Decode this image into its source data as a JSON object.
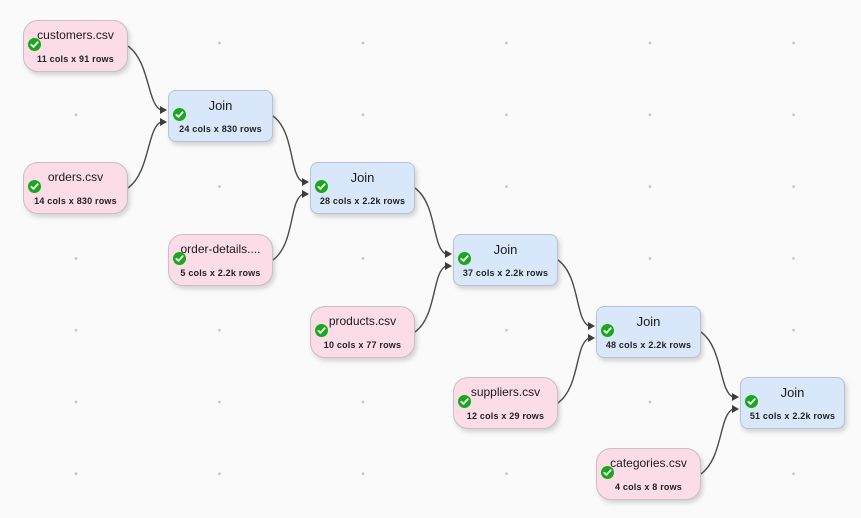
{
  "app": {
    "view_name": "data transform flow canvas"
  },
  "colors": {
    "canvas_background": "#fafafa",
    "grid_dot": "#c6c6c6",
    "input_node_fill": "#fbdce7",
    "transform_node_fill": "#d8e8fa",
    "status_ok_green": "#18a81c",
    "edge_stroke": "#4a4a4a"
  },
  "nodes": [
    {
      "id": "customers",
      "type": "input",
      "title": "customers.csv",
      "subtitle": "11 cols x 91 rows",
      "status_icon": "check-circle"
    },
    {
      "id": "orders",
      "type": "input",
      "title": "orders.csv",
      "subtitle": "14 cols x 830 rows",
      "status_icon": "check-circle"
    },
    {
      "id": "order_details",
      "type": "input",
      "title": "order-details....",
      "subtitle": "5 cols x 2.2k rows",
      "status_icon": "check-circle"
    },
    {
      "id": "products",
      "type": "input",
      "title": "products.csv",
      "subtitle": "10 cols x 77 rows",
      "status_icon": "check-circle"
    },
    {
      "id": "suppliers",
      "type": "input",
      "title": "suppliers.csv",
      "subtitle": "12 cols x 29 rows",
      "status_icon": "check-circle"
    },
    {
      "id": "categories",
      "type": "input",
      "title": "categories.csv",
      "subtitle": "4 cols x 8 rows",
      "status_icon": "check-circle"
    },
    {
      "id": "join1",
      "type": "transform",
      "title": "Join",
      "subtitle": "24 cols x 830 rows",
      "status_icon": "check-circle"
    },
    {
      "id": "join2",
      "type": "transform",
      "title": "Join",
      "subtitle": "28 cols x 2.2k rows",
      "status_icon": "check-circle"
    },
    {
      "id": "join3",
      "type": "transform",
      "title": "Join",
      "subtitle": "37 cols x 2.2k rows",
      "status_icon": "check-circle"
    },
    {
      "id": "join4",
      "type": "transform",
      "title": "Join",
      "subtitle": "48 cols x 2.2k rows",
      "status_icon": "check-circle"
    },
    {
      "id": "join5",
      "type": "transform",
      "title": "Join",
      "subtitle": "51 cols x 2.2k rows",
      "status_icon": "check-circle"
    }
  ],
  "edges": [
    {
      "from": "customers",
      "to": "join1",
      "slot": 1
    },
    {
      "from": "orders",
      "to": "join1",
      "slot": 2
    },
    {
      "from": "join1",
      "to": "join2",
      "slot": 1
    },
    {
      "from": "order_details",
      "to": "join2",
      "slot": 2
    },
    {
      "from": "join2",
      "to": "join3",
      "slot": 1
    },
    {
      "from": "products",
      "to": "join3",
      "slot": 2
    },
    {
      "from": "join3",
      "to": "join4",
      "slot": 1
    },
    {
      "from": "suppliers",
      "to": "join4",
      "slot": 2
    },
    {
      "from": "join4",
      "to": "join5",
      "slot": 1
    },
    {
      "from": "categories",
      "to": "join5",
      "slot": 2
    }
  ]
}
